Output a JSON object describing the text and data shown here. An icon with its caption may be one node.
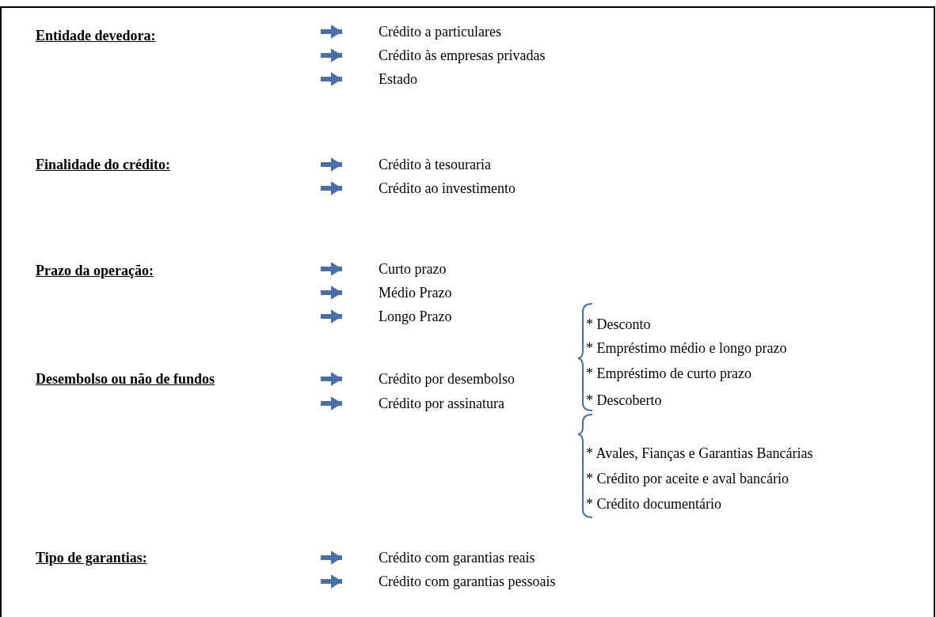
{
  "diagram": {
    "nodes": [
      {
        "text": [
          "Entidade devedora:"
        ]
      },
      {
        "text": [
          "Crédito a particulares"
        ]
      },
      {
        "text": [
          "Crédito às empresas privadas"
        ]
      },
      {
        "text": [
          "Estado"
        ]
      },
      {
        "text": [
          "Finalidade do crédito:"
        ]
      },
      {
        "text": [
          "Crédito à tesouraria"
        ]
      },
      {
        "text": [
          "Crédito ao investimento"
        ]
      },
      {
        "text": [
          "Prazo da operação:"
        ]
      },
      {
        "text": [
          "Curto prazo"
        ]
      },
      {
        "text": [
          "Médio Prazo"
        ]
      },
      {
        "text": [
          "Longo Prazo"
        ]
      },
      {
        "text": [
          "Desembolso ou não de fundos"
        ]
      },
      {
        "text": [
          "Crédito por desembolso"
        ]
      },
      {
        "text": [
          "Crédito por assinatura"
        ]
      },
      {
        "text": [
          "Tipo de garantias:"
        ]
      },
      {
        "text": [
          "Crédito com garantias reais"
        ]
      },
      {
        "text": [
          "Crédito com garantias pessoais"
        ]
      }
    ],
    "edges": [
      {
        "from": null,
        "to": 1,
        "arrow": "to"
      },
      {
        "from": null,
        "to": 2,
        "arrow": "to"
      },
      {
        "from": null,
        "to": 3,
        "arrow": "to"
      },
      {
        "from": null,
        "to": 5,
        "arrow": "to"
      },
      {
        "from": null,
        "to": 6,
        "arrow": "to"
      },
      {
        "from": null,
        "to": 8,
        "arrow": "to"
      },
      {
        "from": null,
        "to": 9,
        "arrow": "to"
      },
      {
        "from": null,
        "to": 10,
        "arrow": "to"
      },
      {
        "from": null,
        "to": 12,
        "arrow": "to"
      },
      {
        "from": null,
        "to": 13,
        "arrow": "to"
      },
      {
        "from": null,
        "to": 15,
        "arrow": "to"
      },
      {
        "from": null,
        "to": 16,
        "arrow": "to"
      }
    ],
    "labels": [
      "* Desconto",
      "* Empréstimo médio e longo prazo",
      "* Empréstimo de curto prazo",
      "* Descoberto",
      "* Avales, Fianças e Garantias Bancárias",
      "* Crédito por aceite e aval bancário",
      "* Crédito documentário"
    ]
  }
}
